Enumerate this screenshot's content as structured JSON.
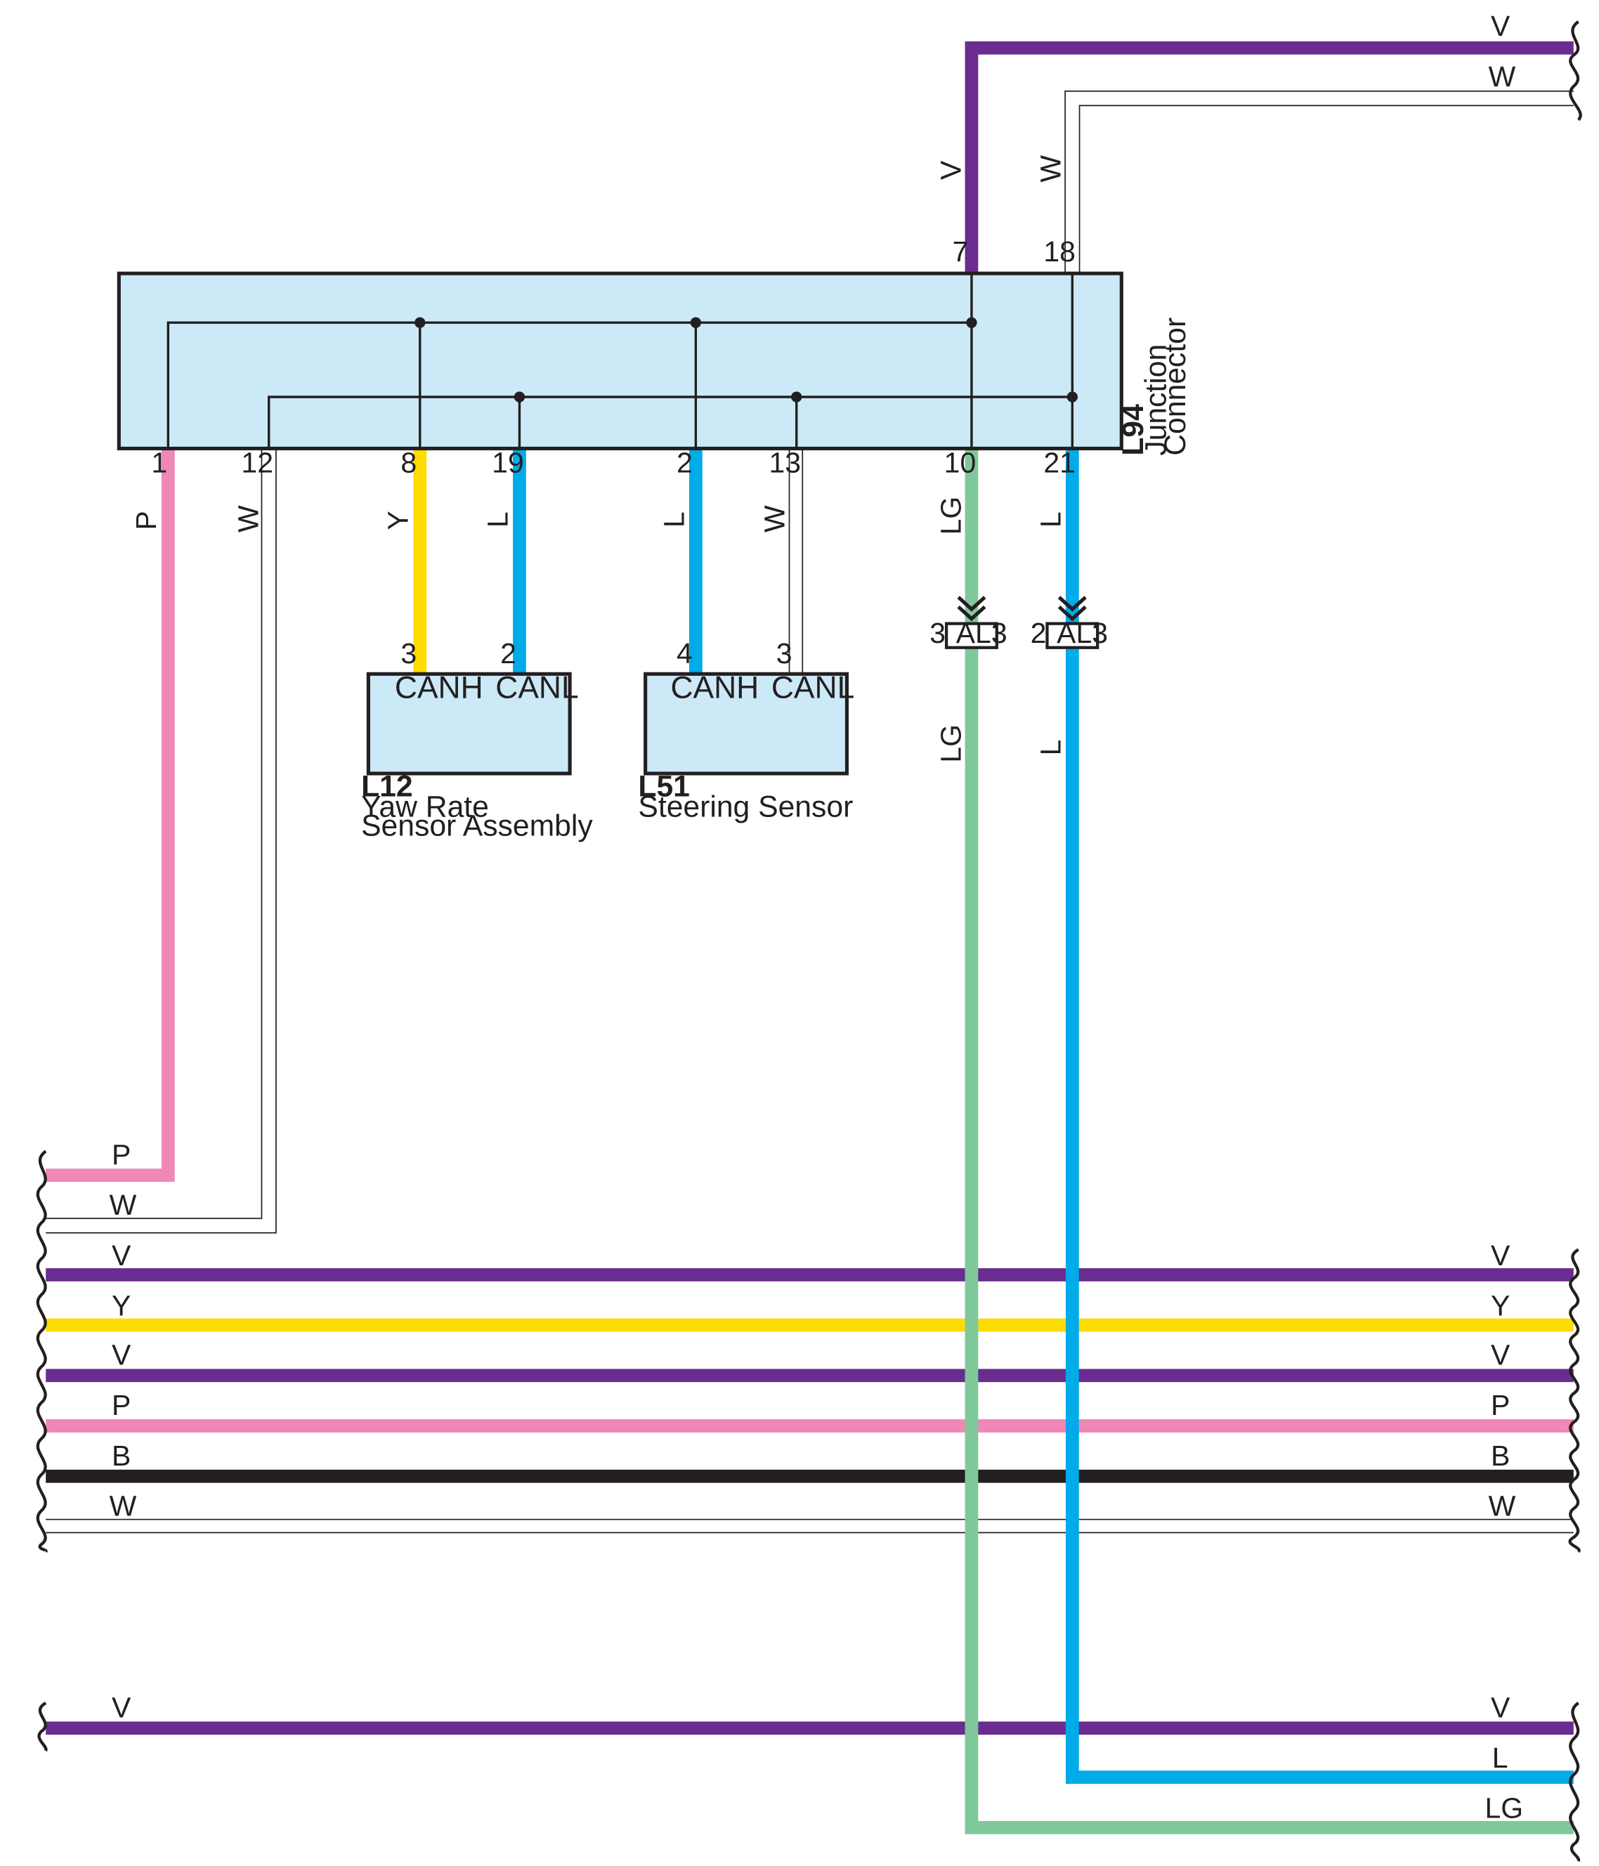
{
  "colors": {
    "V": "#6a2d8f",
    "W": "#ffffff",
    "P": "#ef87b7",
    "Y": "#fedc00",
    "L": "#00abe9",
    "LG": "#7fc89a",
    "B": "#231f20",
    "box_fill": "#cce9f8",
    "line": "#231f20"
  },
  "connectors": {
    "junction": {
      "id": "L94",
      "name_line1": "Junction",
      "name_line2": "Connector"
    },
    "yaw": {
      "id": "L12",
      "name_line1": "Yaw Rate",
      "name_line2": "Sensor Assembly",
      "canh": "CANH",
      "canl": "CANL",
      "pin_canh": "3",
      "pin_canl": "2"
    },
    "steer": {
      "id": "L51",
      "name_line1": "Steering Sensor",
      "canh": "CANH",
      "canl": "CANL",
      "pin_canh": "4",
      "pin_canl": "3"
    },
    "al3_a": {
      "id": "AL3",
      "pin": "3"
    },
    "al3_b": {
      "id": "AL3",
      "pin": "2"
    }
  },
  "junction_pins": {
    "top": [
      "7",
      "18"
    ],
    "bottom": [
      "1",
      "12",
      "8",
      "19",
      "2",
      "13",
      "10",
      "21"
    ]
  },
  "wire_labels": {
    "top_right_v": "V",
    "top_right_w": "W",
    "vert_v_top": "V",
    "vert_w_top": "W",
    "drop_p": "P",
    "drop_w12": "W",
    "drop_y": "Y",
    "drop_l19": "L",
    "drop_l2": "L",
    "drop_w13": "W",
    "drop_lg": "LG",
    "drop_l21": "L",
    "below_al3_lg": "LG",
    "below_al3_l": "L",
    "left_p": "P",
    "left_w": "W",
    "bus": [
      "V",
      "Y",
      "V",
      "P",
      "B",
      "W"
    ],
    "bottom_v_left": "V",
    "bottom_v_right": "V",
    "bottom_l": "L",
    "bottom_lg": "LG"
  }
}
